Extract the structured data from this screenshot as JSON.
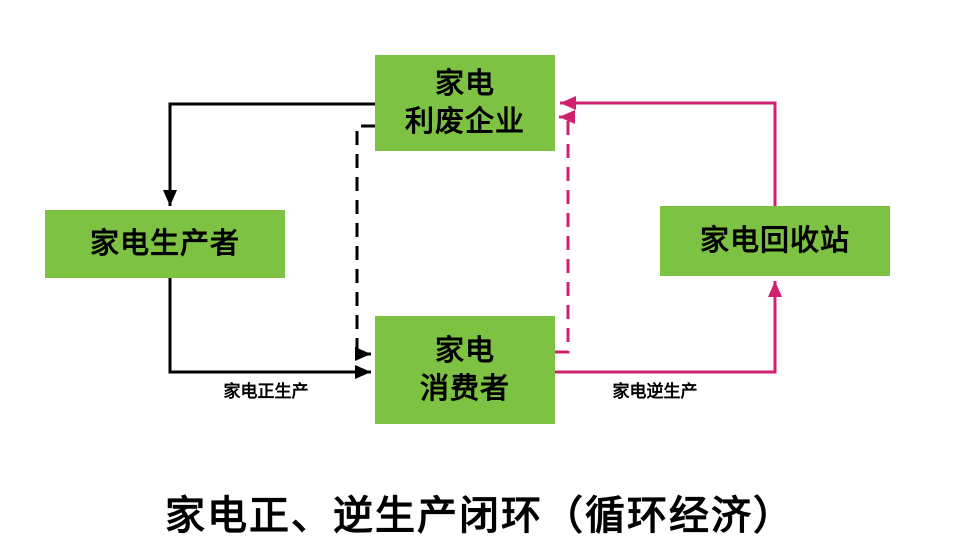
{
  "diagram": {
    "title": "家电正、逆生产闭环（循环经济）",
    "nodes": {
      "enterprise": {
        "label_line1": "家电",
        "label_line2": "利废企业"
      },
      "producer": {
        "label": "家电生产者"
      },
      "station": {
        "label": "家电回收站"
      },
      "consumer": {
        "label_line1": "家电",
        "label_line2": "消费者"
      }
    },
    "edge_labels": {
      "forward": "家电正生产",
      "reverse": "家电逆生产"
    },
    "edges": [
      {
        "from": "enterprise",
        "to": "producer",
        "style": "solid",
        "color_key": "forward_arrow"
      },
      {
        "from": "producer",
        "to": "consumer",
        "style": "solid",
        "color_key": "forward_arrow",
        "label": "家电正生产"
      },
      {
        "from": "enterprise",
        "to": "consumer",
        "style": "dashed",
        "color_key": "forward_arrow"
      },
      {
        "from": "consumer",
        "to": "enterprise",
        "style": "dashed",
        "color_key": "reverse_arrow"
      },
      {
        "from": "consumer",
        "to": "station",
        "style": "solid",
        "color_key": "reverse_arrow",
        "label": "家电逆生产"
      },
      {
        "from": "station",
        "to": "enterprise",
        "style": "solid",
        "color_key": "reverse_arrow"
      }
    ],
    "colors": {
      "node_fill": "#7dc242",
      "forward_arrow": "#000000",
      "reverse_arrow": "#d0206e",
      "background": "#ffffff",
      "text": "#000000"
    }
  }
}
